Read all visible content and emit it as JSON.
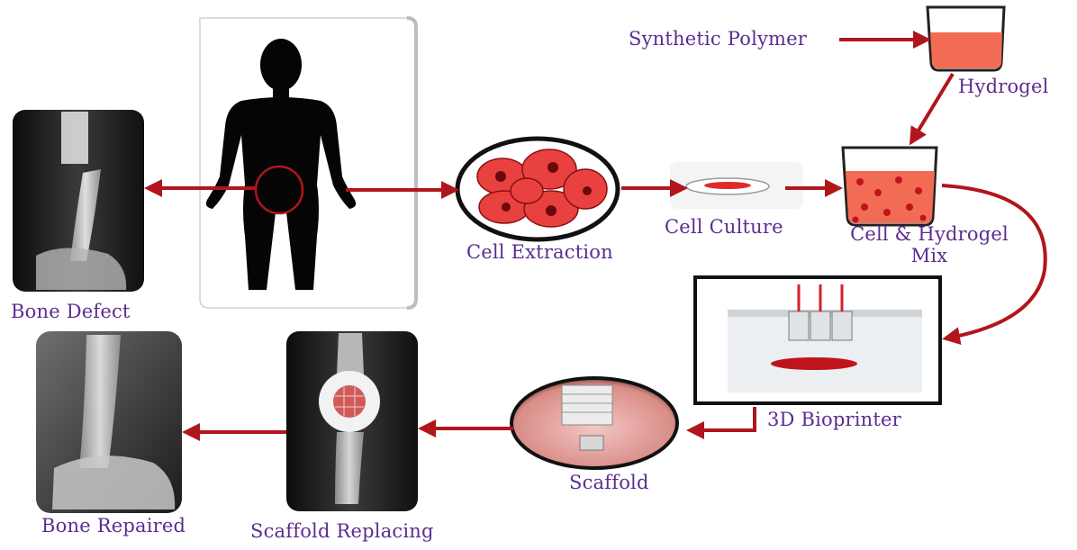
{
  "labels": {
    "synthetic_polymer": "Synthetic Polymer",
    "hydrogel": "Hydrogel",
    "cell_culture": "Cell Culture",
    "cell_hydrogel_mix_line1": "Cell & Hydrogel",
    "cell_hydrogel_mix_line2": "Mix",
    "cell_extraction": "Cell Extraction",
    "bone_defect": "Bone Defect",
    "bioprinter": "3D Bioprinter",
    "scaffold": "Scaffold",
    "scaffold_replacing": "Scaffold Replacing",
    "bone_repaired": "Bone Repaired"
  },
  "colors": {
    "arrow": "#b0161c",
    "label_text": "#5b2d91",
    "cell_fill": "#e8413f",
    "hydrogel_fill": "#f26b55"
  }
}
